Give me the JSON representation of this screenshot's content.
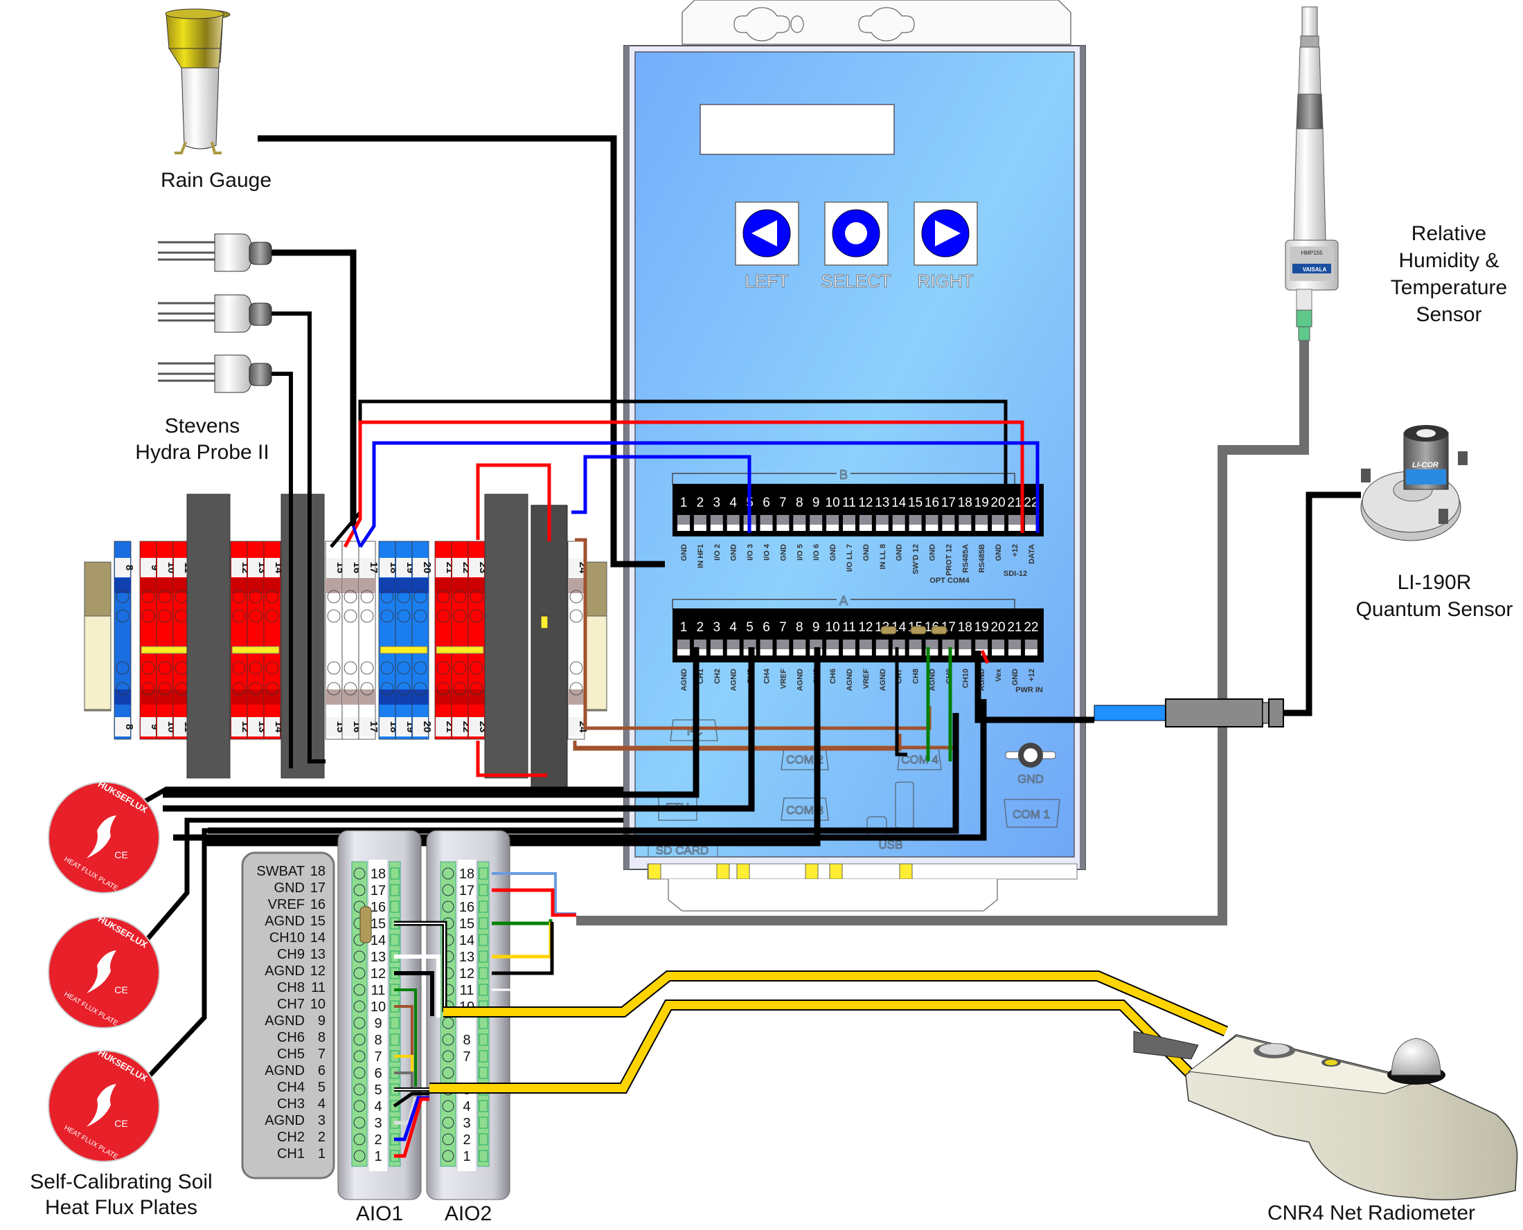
{
  "labels": {
    "rain_gauge": "Rain Gauge",
    "hydra_probe_line1": "Stevens",
    "hydra_probe_line2": "Hydra Probe II",
    "rh_line1": "Relative",
    "rh_line2": "Humidity &",
    "rh_line3": "Temperature",
    "rh_line4": "Sensor",
    "li190_line1": "LI-190R",
    "li190_line2": "Quantum Sensor",
    "heat_flux_line1": "Self-Calibrating Soil",
    "heat_flux_line2": "Heat Flux Plates",
    "cnr4": "CNR4 Net Radiometer",
    "aio1": "AIO1",
    "aio2": "AIO2"
  },
  "logger": {
    "buttons": [
      {
        "label": "LEFT",
        "icon": "left-arrow-icon"
      },
      {
        "label": "SELECT",
        "icon": "circle-icon"
      },
      {
        "label": "RIGHT",
        "icon": "right-arrow-icon"
      }
    ],
    "block_b": {
      "title": "B",
      "pins": [
        "1",
        "2",
        "3",
        "4",
        "5",
        "6",
        "7",
        "8",
        "9",
        "10",
        "11",
        "12",
        "13",
        "14",
        "15",
        "16",
        "17",
        "18",
        "19",
        "20",
        "21",
        "22"
      ],
      "pin_labels": [
        "GND",
        "IN HF1",
        "I/O 2",
        "GND",
        "I/O 3",
        "I/O 4",
        "GND",
        "I/O 5",
        "I/O 6",
        "GND",
        "I/O LL 7",
        "GND",
        "IN LL 8",
        "GND",
        "SW'D 12",
        "GND",
        "PROT 12",
        "RS485A",
        "RS485B",
        "GND",
        "+12",
        "DATA"
      ],
      "group_opt": "OPT COM4",
      "group_sdi": "SDI-12"
    },
    "block_a": {
      "title": "A",
      "pins": [
        "1",
        "2",
        "3",
        "4",
        "5",
        "6",
        "7",
        "8",
        "9",
        "10",
        "11",
        "12",
        "13",
        "14",
        "15",
        "16",
        "17",
        "18",
        "19",
        "20",
        "21",
        "22"
      ],
      "pin_labels": [
        "AGND",
        "CH1",
        "CH2",
        "AGND",
        "CH3",
        "CH4",
        "VREF",
        "AGND",
        "CH5",
        "CH6",
        "AGND",
        "VREF",
        "AGND",
        "CH7",
        "CH8",
        "AGND",
        "CH9",
        "CH10",
        "AGND",
        "Vex",
        "GND",
        "+12"
      ],
      "group_pwr": "PWR IN"
    },
    "ports": {
      "i2c": "I²C",
      "com2": "COM 2",
      "com3": "COM 3",
      "com4": "COM 4",
      "eth": "ETH",
      "usb": "USB",
      "sd_card": "SD CARD",
      "gnd": "GND",
      "com1": "COM 1"
    }
  },
  "terminal_strip": {
    "numbers": [
      "8",
      "9",
      "10",
      "11",
      "12",
      "13",
      "14",
      "15",
      "16",
      "17",
      "18",
      "19",
      "20",
      "21",
      "22",
      "23",
      "24"
    ]
  },
  "aio_pinout": [
    {
      "name": "SWBAT",
      "pin": "18"
    },
    {
      "name": "GND",
      "pin": "17"
    },
    {
      "name": "VREF",
      "pin": "16"
    },
    {
      "name": "AGND",
      "pin": "15"
    },
    {
      "name": "CH10",
      "pin": "14"
    },
    {
      "name": "CH9",
      "pin": "13"
    },
    {
      "name": "AGND",
      "pin": "12"
    },
    {
      "name": "CH8",
      "pin": "11"
    },
    {
      "name": "CH7",
      "pin": "10"
    },
    {
      "name": "AGND",
      "pin": "9"
    },
    {
      "name": "CH6",
      "pin": "8"
    },
    {
      "name": "CH5",
      "pin": "7"
    },
    {
      "name": "AGND",
      "pin": "6"
    },
    {
      "name": "CH4",
      "pin": "5"
    },
    {
      "name": "CH3",
      "pin": "4"
    },
    {
      "name": "AGND",
      "pin": "3"
    },
    {
      "name": "CH2",
      "pin": "2"
    },
    {
      "name": "CH1",
      "pin": "1"
    }
  ],
  "aio1_pins": [
    "18",
    "17",
    "16",
    "15",
    "14",
    "13",
    "12",
    "11",
    "10",
    "9",
    "8",
    "7",
    "6",
    "5",
    "4",
    "3",
    "2",
    "1"
  ],
  "aio2_pins": [
    "18",
    "17",
    "16",
    "15",
    "14",
    "13",
    "12",
    "11",
    "10",
    "",
    "8",
    "7",
    "",
    "5",
    "4",
    "3",
    "2",
    "1"
  ],
  "sensor_marks": {
    "hmp155": "HMP155",
    "vaisala": "VAISALA",
    "licor": "LI-COR",
    "hukseflux": "HUKSEFLUX",
    "heat_flux_plate": "HEAT FLUX PLATE",
    "ce": "CE"
  },
  "wire_colors": {
    "black": "#000000",
    "red": "#ff0000",
    "blue": "#0000ff",
    "green": "#008000",
    "brown": "#a0522d",
    "yellow": "#ffd400",
    "white": "#ffffff",
    "grey": "#6e6e6e",
    "light_blue": "#6a9be0",
    "cable_blue": "#1e90ff"
  }
}
